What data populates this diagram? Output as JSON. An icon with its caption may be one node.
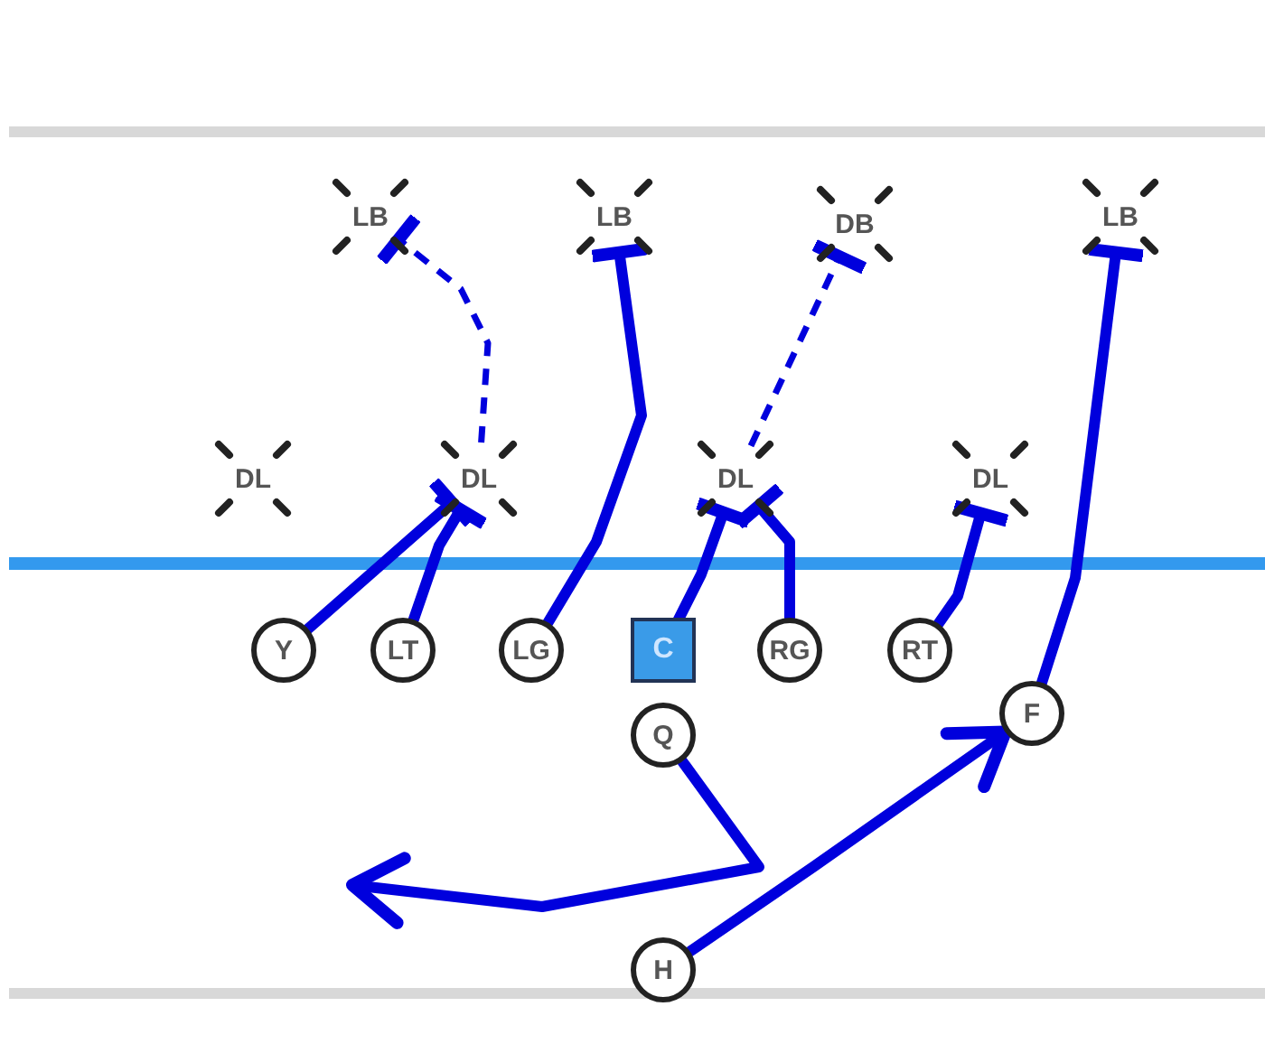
{
  "diagram": {
    "nodes": [
      {
        "text": [
          "LB"
        ]
      },
      {
        "text": [
          "LB"
        ]
      },
      {
        "text": [
          "DB"
        ]
      },
      {
        "text": [
          "LB"
        ]
      },
      {
        "text": [
          "DL"
        ]
      },
      {
        "text": [
          "DL"
        ]
      },
      {
        "text": [
          "DL"
        ]
      },
      {
        "text": [
          "DL"
        ]
      },
      {
        "text": [
          "Y"
        ]
      },
      {
        "text": [
          "LT"
        ]
      },
      {
        "text": [
          "LG"
        ]
      },
      {
        "text": [
          "C"
        ]
      },
      {
        "text": [
          "RG"
        ]
      },
      {
        "text": [
          "RT"
        ]
      },
      {
        "text": [
          "F"
        ]
      },
      {
        "text": [
          "Q"
        ]
      },
      {
        "text": [
          "H"
        ]
      }
    ],
    "edges": [
      {
        "from": 8,
        "to": 5,
        "arrow": "other"
      },
      {
        "from": 9,
        "to": 5,
        "arrow": "other"
      },
      {
        "from": 10,
        "to": 1,
        "arrow": "other"
      },
      {
        "from": 11,
        "to": 6,
        "arrow": "other"
      },
      {
        "from": 12,
        "to": 6,
        "arrow": "other"
      },
      {
        "from": 13,
        "to": 7,
        "arrow": "other"
      },
      {
        "from": 14,
        "to": 3,
        "arrow": "other"
      },
      {
        "from": 5,
        "to": 0,
        "arrow": "other",
        "style": "dashed"
      },
      {
        "from": 6,
        "to": 2,
        "arrow": "other",
        "style": "dashed"
      },
      {
        "from": 15,
        "to": null,
        "arrow": "to"
      },
      {
        "from": 16,
        "to": 14,
        "arrow": "to"
      }
    ]
  }
}
